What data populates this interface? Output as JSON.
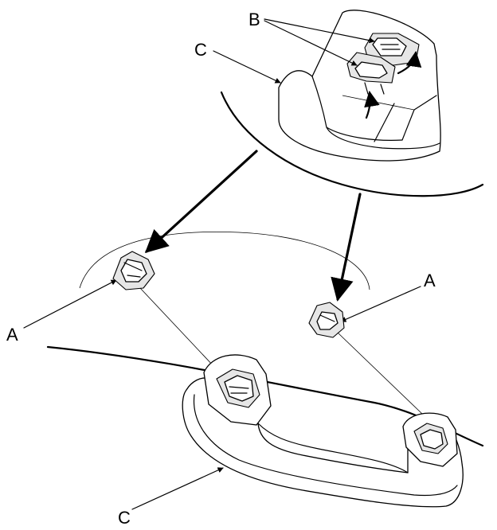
{
  "labels": {
    "b_top": "B",
    "c_top": "C",
    "a_left": "A",
    "a_right": "A",
    "c_bottom": "C"
  },
  "colors": {
    "line": "#000000",
    "background": "#ffffff"
  }
}
